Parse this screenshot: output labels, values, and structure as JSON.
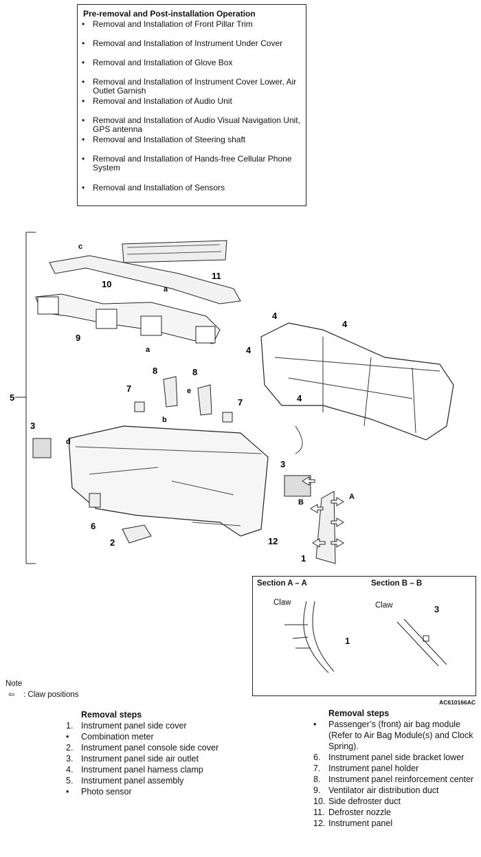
{
  "pre_box": {
    "title": "Pre-removal and Post-installation Operation",
    "items": [
      "Removal and Installation of Front Pillar Trim",
      "Removal and Installation of Instrument Under Cover",
      "Removal and Installation of Glove Box",
      "Removal and Installation of Instrument Cover Lower, Air Outlet Garnish",
      "Removal and Installation of Audio Unit",
      "Removal and Installation of Audio Visual Navigation Unit, GPS antenna",
      "Removal and Installation of Steering shaft",
      "Removal and Installation of Hands-free Cellular Phone System",
      "Removal and Installation of Sensors"
    ]
  },
  "diagram": {
    "callouts": [
      "1",
      "2",
      "3",
      "3",
      "4",
      "4",
      "4",
      "4",
      "5",
      "6",
      "7",
      "7",
      "8",
      "8",
      "9",
      "10",
      "11",
      "12"
    ],
    "letters": [
      "a",
      "a",
      "b",
      "c",
      "d",
      "e",
      "A",
      "B"
    ],
    "section_aa": "Section A – A",
    "section_bb": "Section B – B",
    "claw": "Claw",
    "claw2": "Claw",
    "sec_num_1": "1",
    "sec_num_3": "3",
    "figure_id": "AC610166AC"
  },
  "note": {
    "title": "Note",
    "legend": ": Claw positions"
  },
  "removal_left": {
    "title": "Removal steps",
    "steps": [
      {
        "num": "1.",
        "text": "Instrument panel side cover"
      },
      {
        "num": "•",
        "text": "Combination meter"
      },
      {
        "num": "2.",
        "text": "Instrument panel console side cover"
      },
      {
        "num": "3.",
        "text": "Instrument panel side air outlet"
      },
      {
        "num": "4.",
        "text": "Instrument panel harness clamp"
      },
      {
        "num": "5.",
        "text": "Instrument panel assembly"
      },
      {
        "num": "•",
        "text": "Photo sensor"
      }
    ]
  },
  "removal_right": {
    "title": "Removal steps",
    "steps": [
      {
        "num": "•",
        "text": "Passenger’s (front) air bag module (Refer to Air Bag Module(s) and Clock Spring)."
      },
      {
        "num": "6.",
        "text": "Instrument panel side bracket lower"
      },
      {
        "num": "7.",
        "text": "Instrument panel holder"
      },
      {
        "num": "8.",
        "text": "Instrument panel reinforcement center"
      },
      {
        "num": "9.",
        "text": "Ventilator air distribution duct"
      },
      {
        "num": "10.",
        "text": "Side defroster duct"
      },
      {
        "num": "11.",
        "text": "Defroster nozzle"
      },
      {
        "num": "12.",
        "text": "Instrument panel"
      }
    ]
  }
}
